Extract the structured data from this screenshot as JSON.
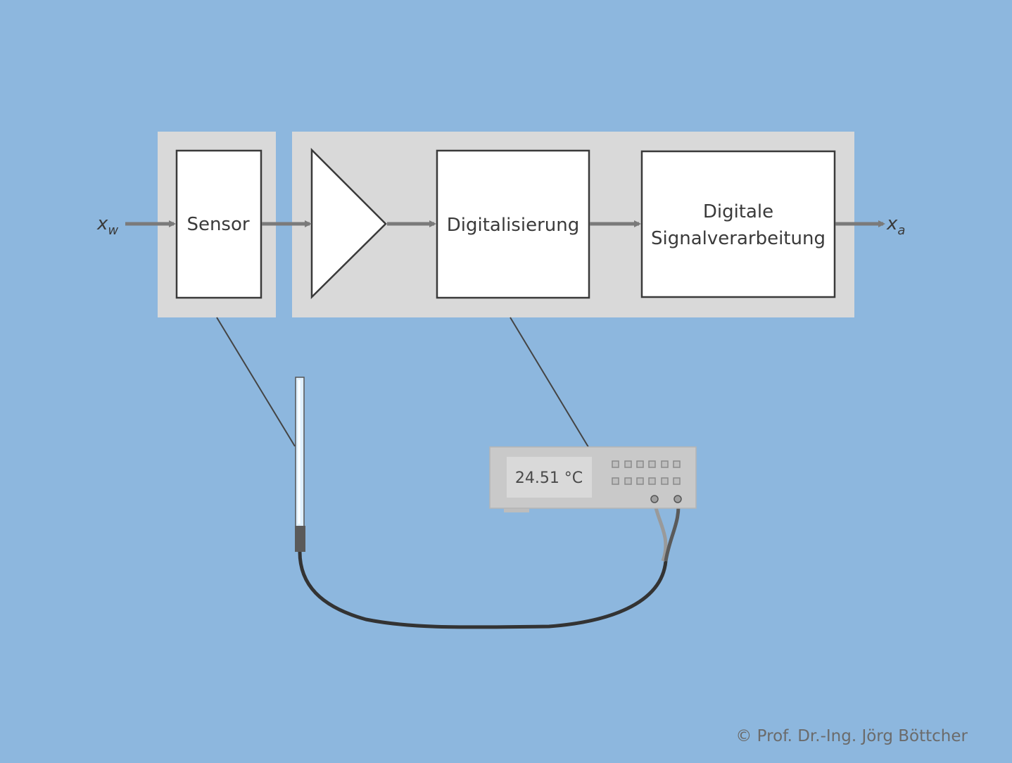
{
  "diagram": {
    "input_label": "x",
    "input_subscript": "w",
    "output_label": "x",
    "output_subscript": "a",
    "blocks": {
      "sensor": "Sensor",
      "digitization": "Digitalisierung",
      "dsp_line1": "Digitale",
      "dsp_line2": "Signalverarbeitung"
    },
    "meter_display": "24.51 °C",
    "copyright": "© Prof. Dr.-Ing. Jörg Böttcher"
  },
  "colors": {
    "background": "#8db7de",
    "group_fill": "#d9d9d9",
    "block_fill": "#ffffff",
    "block_stroke": "#3a3a3a",
    "arrow": "#7a7a7a",
    "cable": "#333333",
    "meter_body": "#c9c9c9",
    "meter_display": "#d9d9d9",
    "probe_glass": "#dff0ff",
    "copyright_text": "#6b6b6b"
  },
  "icons": [
    "amplifier-triangle-icon",
    "thermometer-probe-icon",
    "multimeter-icon"
  ]
}
